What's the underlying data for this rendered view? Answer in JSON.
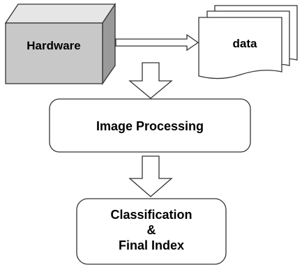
{
  "diagram": {
    "nodes": {
      "hardware": {
        "label": "Hardware"
      },
      "data": {
        "label": "data"
      },
      "image_processing": {
        "label": "Image Processing"
      },
      "classification": {
        "line1": "Classification",
        "line2": "&",
        "line3": "Final Index"
      }
    },
    "edges": [
      {
        "from": "hardware",
        "to": "data"
      },
      {
        "from": "hardware",
        "to": "image_processing"
      },
      {
        "from": "image_processing",
        "to": "classification"
      }
    ],
    "colors": {
      "stroke": "#333333",
      "cube_front": "#c8c8c8",
      "cube_top": "#e6e6e6",
      "cube_side": "#9a9a9a",
      "fill": "#ffffff"
    }
  }
}
